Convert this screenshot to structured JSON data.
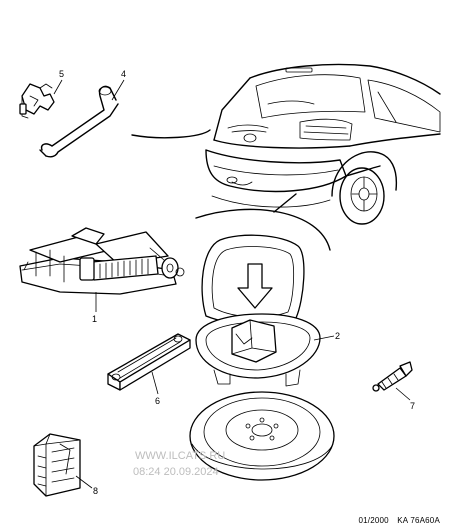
{
  "callouts": {
    "c1": "1",
    "c2": "2",
    "c4": "4",
    "c5": "5",
    "c6": "6",
    "c7": "7",
    "c8": "8"
  },
  "watermark": {
    "site": "WWW.ILCATS.RU",
    "datetime": "08:24 20.09.2024"
  },
  "footer": {
    "date": "01/2000",
    "ref": "KA 76A60A"
  }
}
